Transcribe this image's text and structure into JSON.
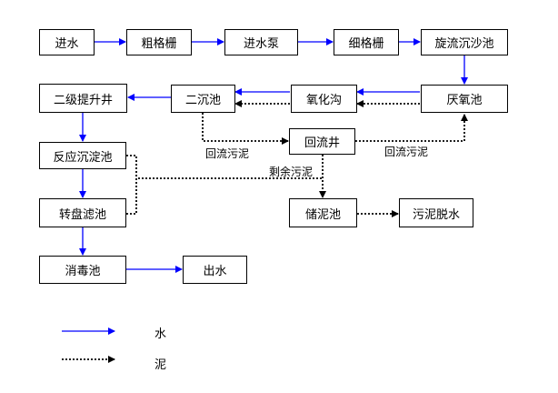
{
  "nodes": {
    "inlet": "进水",
    "coarse_screen": "粗格栅",
    "inlet_pump": "进水泵",
    "fine_screen": "细格栅",
    "vortex_grit": "旋流沉沙池",
    "anaerobic": "厌氧池",
    "oxidation_ditch": "氧化沟",
    "secondary_clarifier": "二沉池",
    "lift_well": "二级提升井",
    "reaction_sedimentation": "反应沉淀池",
    "disc_filter": "转盘滤池",
    "disinfection": "消毒池",
    "outlet": "出水",
    "return_well": "回流井",
    "sludge_tank": "储泥池",
    "sludge_dewatering": "污泥脱水"
  },
  "edge_labels": {
    "return_sludge_left": "回流污泥",
    "return_sludge_right": "回流污泥",
    "excess_sludge": "剩余污泥"
  },
  "legend": {
    "water": "水",
    "sludge": "泥"
  },
  "colors": {
    "water_line": "#0000ff",
    "sludge_line": "#000000"
  }
}
